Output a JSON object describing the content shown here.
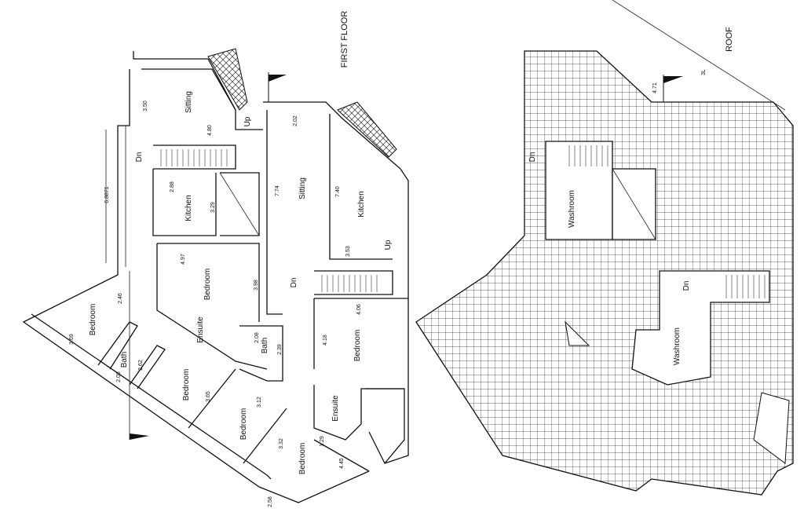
{
  "titles": {
    "first_floor": "FIRST FLOOR",
    "roof": "ROOF"
  },
  "first_floor": {
    "rooms": [
      "Sitting",
      "Kitchen",
      "Bedroom",
      "Ensuite",
      "Bath",
      "Sitting",
      "Kitchen",
      "Bedroom",
      "Ensuite",
      "Bedroom",
      "Bath",
      "Bedroom",
      "Bedroom",
      "Bedroom"
    ],
    "stairs": [
      "Dn",
      "Up",
      "Dn",
      "Up"
    ],
    "dimensions": [
      "3.50",
      "4.80",
      "2.88",
      "3.29",
      "4.97",
      "3.98",
      "2.02",
      "7.74",
      "7.40",
      "3.53",
      "4.06",
      "4.18",
      "2.08",
      "2.39",
      "2.46",
      "3.69",
      "2.08",
      "2.62",
      "3.65",
      "3.12",
      "3.32",
      "1.29",
      "4.45",
      "2.58",
      "6.8871"
    ]
  },
  "roof": {
    "rooms": [
      "Washroom",
      "Washroom"
    ],
    "stairs": [
      "Dn",
      "Dn"
    ],
    "dimensions": [
      "4.71",
      "3L"
    ]
  },
  "colors": {
    "line": "#111111",
    "background": "#ffffff",
    "hatch": "#333333"
  }
}
